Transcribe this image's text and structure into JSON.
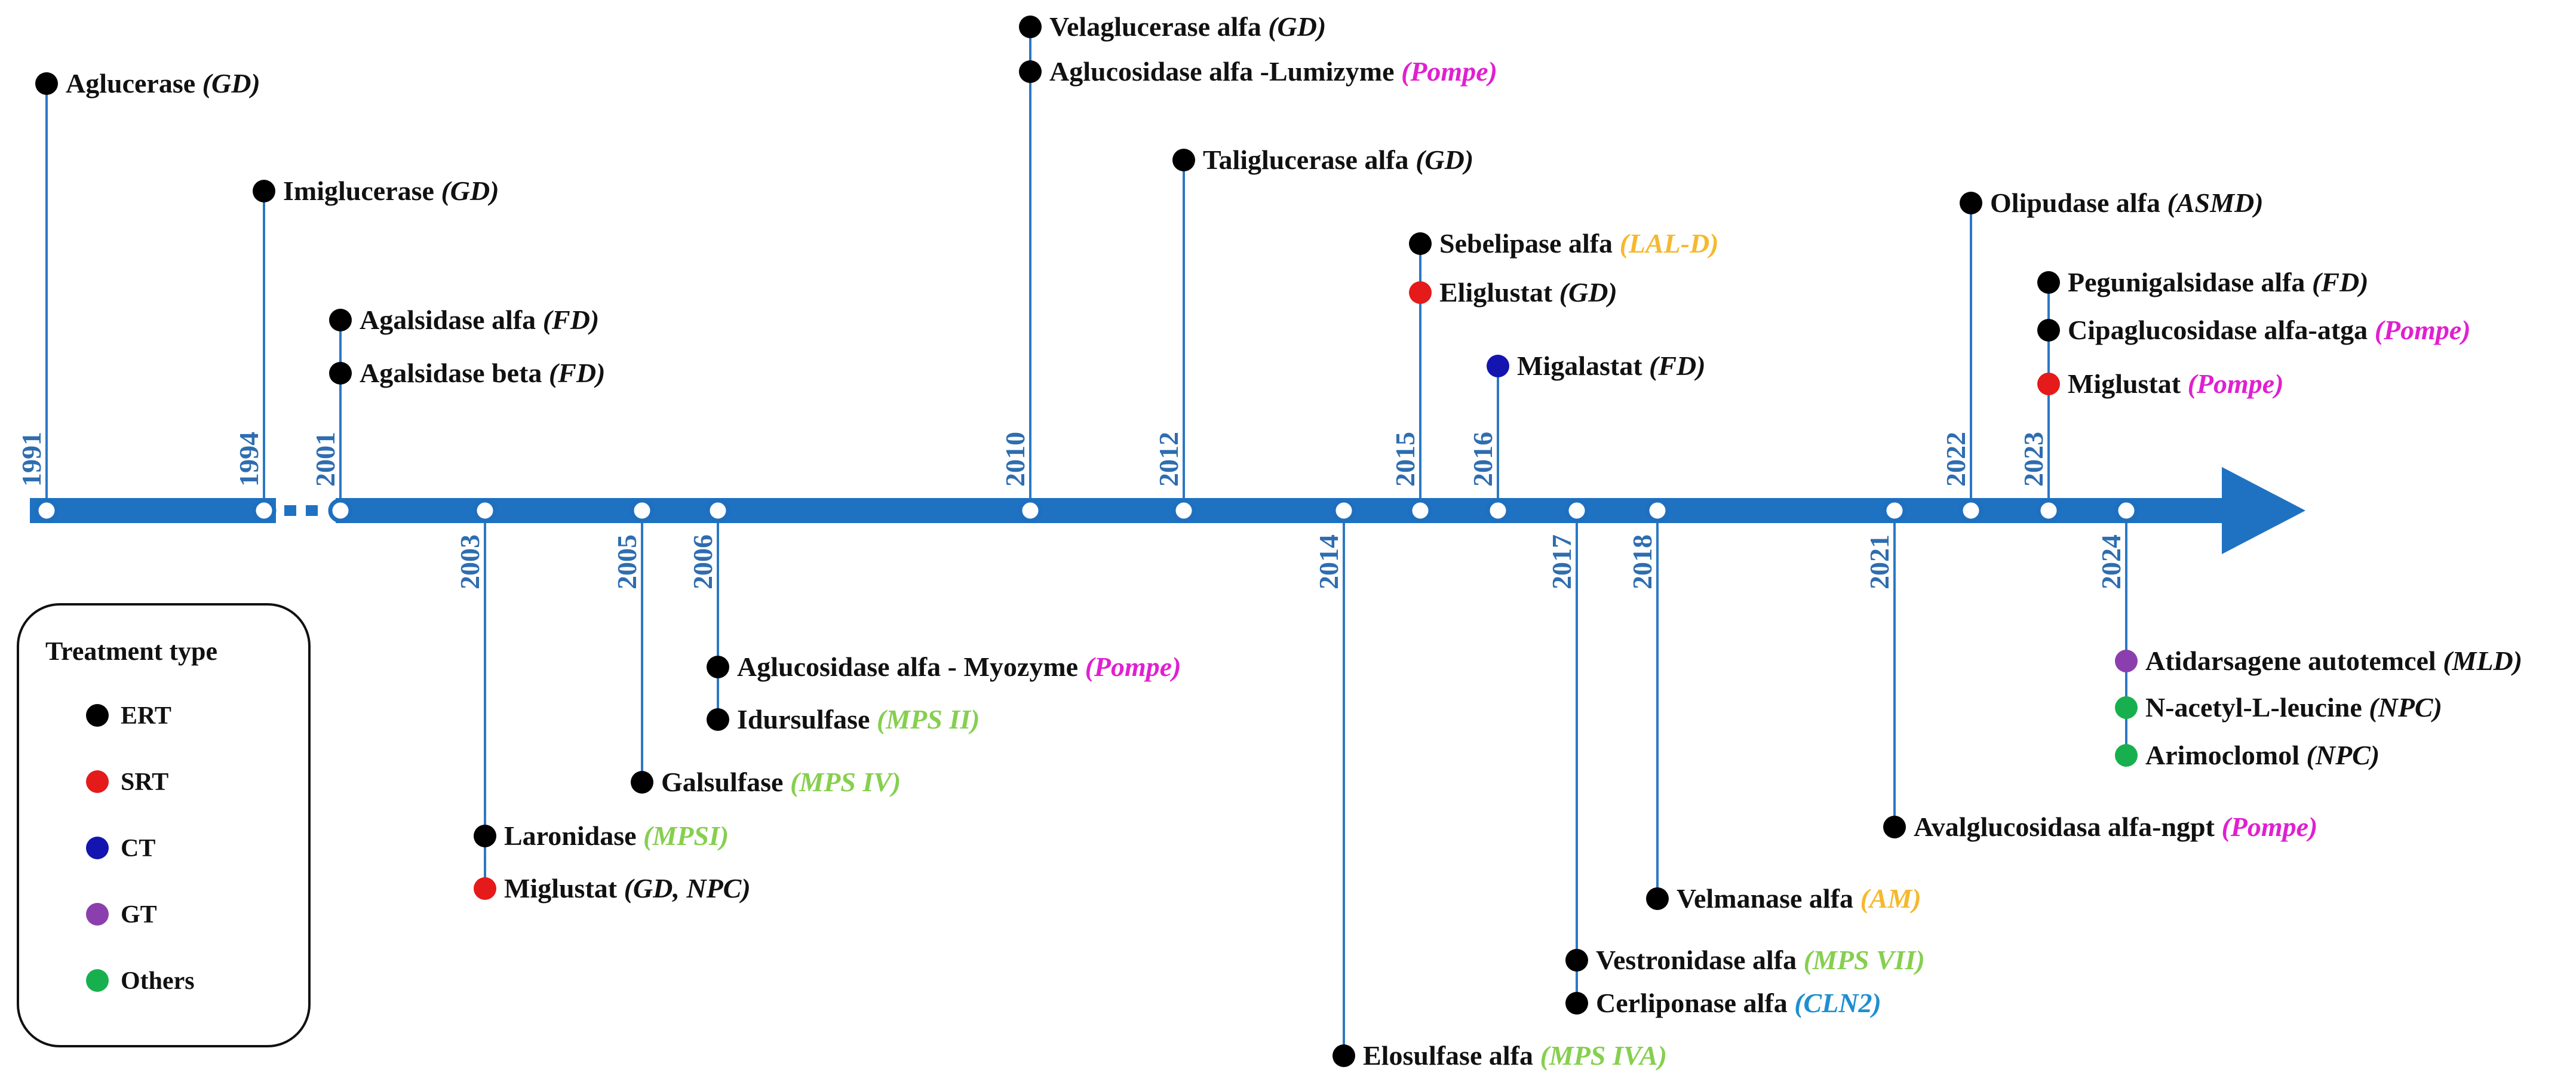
{
  "colors": {
    "axis": "#1f72c2",
    "year_text": "#2e6db0",
    "connector": "#2b78c4",
    "label": "#111111",
    "disease_dark": "#111111",
    "disease_magenta": "#e020d0",
    "disease_green": "#86cf4f",
    "disease_orange": "#f5b82e",
    "disease_blue": "#1e8fd0",
    "legend_border": "#111111"
  },
  "legend": {
    "title": "Treatment type",
    "items": [
      {
        "label": "ERT",
        "color": "#000000"
      },
      {
        "label": "SRT",
        "color": "#e51a1a"
      },
      {
        "label": "CT",
        "color": "#1414b0"
      },
      {
        "label": "GT",
        "color": "#8b3fae"
      },
      {
        "label": "Others",
        "color": "#18b04e"
      }
    ]
  },
  "years": [
    {
      "year": "1991",
      "side": "above",
      "treatments": [
        {
          "name": "Aglucerase",
          "disease": "(GD)",
          "type": "ERT",
          "disease_color": "dark"
        }
      ]
    },
    {
      "year": "1994",
      "side": "above",
      "treatments": [
        {
          "name": "Imiglucerase",
          "disease": "(GD)",
          "type": "ERT",
          "disease_color": "dark"
        }
      ]
    },
    {
      "year": "2001",
      "side": "above",
      "treatments": [
        {
          "name": "Agalsidase alfa",
          "disease": "(FD)",
          "type": "ERT",
          "disease_color": "dark"
        },
        {
          "name": "Agalsidase beta",
          "disease": "(FD)",
          "type": "ERT",
          "disease_color": "dark"
        }
      ]
    },
    {
      "year": "2003",
      "side": "below",
      "treatments": [
        {
          "name": "Laronidase",
          "disease": "(MPSI)",
          "type": "ERT",
          "disease_color": "green"
        },
        {
          "name": "Miglustat",
          "disease": "(GD, NPC)",
          "type": "SRT",
          "disease_color": "dark"
        }
      ]
    },
    {
      "year": "2005",
      "side": "below",
      "treatments": [
        {
          "name": "Galsulfase",
          "disease": "(MPS IV)",
          "type": "ERT",
          "disease_color": "green"
        }
      ]
    },
    {
      "year": "2006",
      "side": "below",
      "treatments": [
        {
          "name": "Aglucosidase alfa - Myozyme",
          "disease": "(Pompe)",
          "type": "ERT",
          "disease_color": "magenta"
        },
        {
          "name": "Idursulfase",
          "disease": "(MPS II)",
          "type": "ERT",
          "disease_color": "green"
        }
      ]
    },
    {
      "year": "2010",
      "side": "above",
      "treatments": [
        {
          "name": "Velaglucerase alfa",
          "disease": "(GD)",
          "type": "ERT",
          "disease_color": "dark"
        },
        {
          "name": "Aglucosidase alfa -Lumizyme",
          "disease": "(Pompe)",
          "type": "ERT",
          "disease_color": "magenta"
        }
      ]
    },
    {
      "year": "2012",
      "side": "above",
      "treatments": [
        {
          "name": "Taliglucerase alfa",
          "disease": "(GD)",
          "type": "ERT",
          "disease_color": "dark"
        }
      ]
    },
    {
      "year": "2014",
      "side": "below",
      "treatments": [
        {
          "name": "Elosulfase alfa",
          "disease": "(MPS IVA)",
          "type": "ERT",
          "disease_color": "green"
        }
      ]
    },
    {
      "year": "2015",
      "side": "above",
      "treatments": [
        {
          "name": "Sebelipase alfa",
          "disease": "(LAL-D)",
          "type": "ERT",
          "disease_color": "orange"
        },
        {
          "name": "Eliglustat",
          "disease": "(GD)",
          "type": "SRT",
          "disease_color": "dark"
        }
      ]
    },
    {
      "year": "2016",
      "side": "above",
      "treatments": [
        {
          "name": "Migalastat",
          "disease": "(FD)",
          "type": "CT",
          "disease_color": "dark"
        }
      ]
    },
    {
      "year": "2017",
      "side": "below",
      "treatments": [
        {
          "name": "Vestronidase alfa",
          "disease": "(MPS VII)",
          "type": "ERT",
          "disease_color": "green"
        },
        {
          "name": "Cerliponase alfa",
          "disease": "(CLN2)",
          "type": "ERT",
          "disease_color": "blue"
        }
      ]
    },
    {
      "year": "2018",
      "side": "below",
      "treatments": [
        {
          "name": "Velmanase alfa",
          "disease": "(AM)",
          "type": "ERT",
          "disease_color": "orange"
        }
      ]
    },
    {
      "year": "2021",
      "side": "below",
      "treatments": [
        {
          "name": "Avalglucosidasa alfa-ngpt",
          "disease": "(Pompe)",
          "type": "ERT",
          "disease_color": "magenta"
        }
      ]
    },
    {
      "year": "2022",
      "side": "above",
      "treatments": [
        {
          "name": "Olipudase alfa",
          "disease": "(ASMD)",
          "type": "ERT",
          "disease_color": "dark"
        }
      ]
    },
    {
      "year": "2023",
      "side": "above",
      "treatments": [
        {
          "name": "Pegunigalsidase alfa",
          "disease": "(FD)",
          "type": "ERT",
          "disease_color": "dark"
        },
        {
          "name": "Cipaglucosidase alfa-atga",
          "disease": "(Pompe)",
          "type": "ERT",
          "disease_color": "magenta"
        },
        {
          "name": "Miglustat",
          "disease": "(Pompe)",
          "type": "SRT",
          "disease_color": "magenta"
        }
      ]
    },
    {
      "year": "2024",
      "side": "below",
      "treatments": [
        {
          "name": "Atidarsagene autotemcel",
          "disease": "(MLD)",
          "type": "GT",
          "disease_color": "dark"
        },
        {
          "name": "N-acetyl-L-leucine",
          "disease": "(NPC)",
          "type": "Others",
          "disease_color": "dark"
        },
        {
          "name": "Arimoclomol",
          "disease": "(NPC)",
          "type": "Others",
          "disease_color": "dark"
        }
      ]
    }
  ]
}
